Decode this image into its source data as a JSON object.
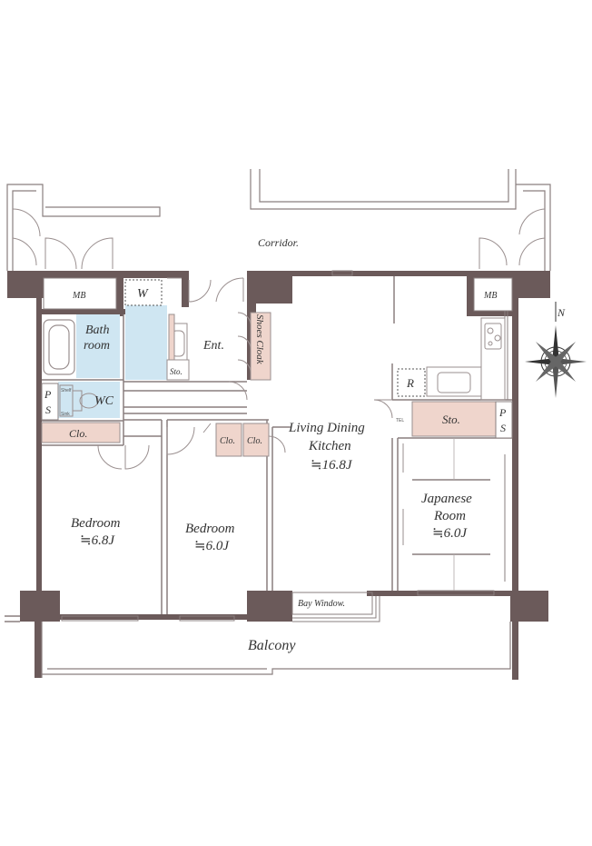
{
  "colors": {
    "wall": "#6b5a5a",
    "thin_line": "#8a7f7f",
    "bath_fill": "#cfe6f2",
    "closet_fill": "#efd5cc",
    "fixture_stroke": "#9a8f8f",
    "compass": "#333333"
  },
  "labels": {
    "corridor": "Corridor.",
    "mb_left": "MB",
    "mb_right": "MB",
    "w": "W",
    "bath_line1": "Bath",
    "bath_line2": "room",
    "sto_small": "Sto.",
    "ent": "Ent.",
    "shoes_cloak": "Shoes Cloak",
    "ps_left_p": "P",
    "ps_left_s": "S",
    "wc": "WC",
    "wc_shelf": "Shelf",
    "wc_sink": "Sink",
    "clo_left": "Clo.",
    "clo_mid1": "Clo.",
    "clo_mid2": "Clo.",
    "ldk_line1": "Living Dining",
    "ldk_line2": "Kitchen",
    "ldk_area": "≒16.8J",
    "r": "R",
    "tel": "TEL",
    "sto_large": "Sto.",
    "ps_right_p": "P",
    "ps_right_s": "S",
    "japanese_line1": "Japanese",
    "japanese_line2": "Room",
    "japanese_area": "≒6.0J",
    "bedroom1": "Bedroom",
    "bedroom1_area": "≒6.8J",
    "bedroom2": "Bedroom",
    "bedroom2_area": "≒6.0J",
    "bay_window": "Bay Window.",
    "balcony": "Balcony",
    "north": "N"
  }
}
